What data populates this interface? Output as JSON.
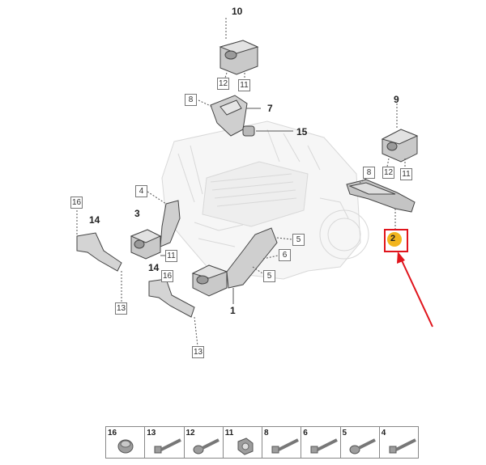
{
  "diagram": {
    "callouts": [
      {
        "id": "c10",
        "label": "10"
      },
      {
        "id": "c7",
        "label": "7"
      },
      {
        "id": "c15",
        "label": "15"
      },
      {
        "id": "c9",
        "label": "9"
      },
      {
        "id": "c14a",
        "label": "14"
      },
      {
        "id": "c3",
        "label": "3"
      },
      {
        "id": "c14b",
        "label": "14"
      },
      {
        "id": "c1",
        "label": "1"
      }
    ],
    "boxed_labels": [
      {
        "id": "b12a",
        "label": "12"
      },
      {
        "id": "b11a",
        "label": "11"
      },
      {
        "id": "b8a",
        "label": "8"
      },
      {
        "id": "b8b",
        "label": "8"
      },
      {
        "id": "b12b",
        "label": "12"
      },
      {
        "id": "b11b",
        "label": "11"
      },
      {
        "id": "b16a",
        "label": "16"
      },
      {
        "id": "b4",
        "label": "4"
      },
      {
        "id": "b11c",
        "label": "11"
      },
      {
        "id": "b5a",
        "label": "5"
      },
      {
        "id": "b6",
        "label": "6"
      },
      {
        "id": "b5b",
        "label": "5"
      },
      {
        "id": "b16b",
        "label": "16"
      },
      {
        "id": "b13a",
        "label": "13"
      },
      {
        "id": "b13b",
        "label": "13"
      }
    ],
    "highlight": {
      "label": "2",
      "box_color": "#e0141c",
      "dot_color": "#f2b51e",
      "arrow_color": "#e0141c"
    }
  },
  "legend": {
    "items": [
      {
        "label": "16",
        "icon": "cap-nut-icon"
      },
      {
        "label": "13",
        "icon": "bolt-icon"
      },
      {
        "label": "12",
        "icon": "flange-bolt-icon"
      },
      {
        "label": "11",
        "icon": "nut-icon"
      },
      {
        "label": "8",
        "icon": "bolt-icon"
      },
      {
        "label": "6",
        "icon": "bolt-icon"
      },
      {
        "label": "5",
        "icon": "flange-bolt-icon"
      },
      {
        "label": "4",
        "icon": "bolt-icon"
      }
    ]
  }
}
